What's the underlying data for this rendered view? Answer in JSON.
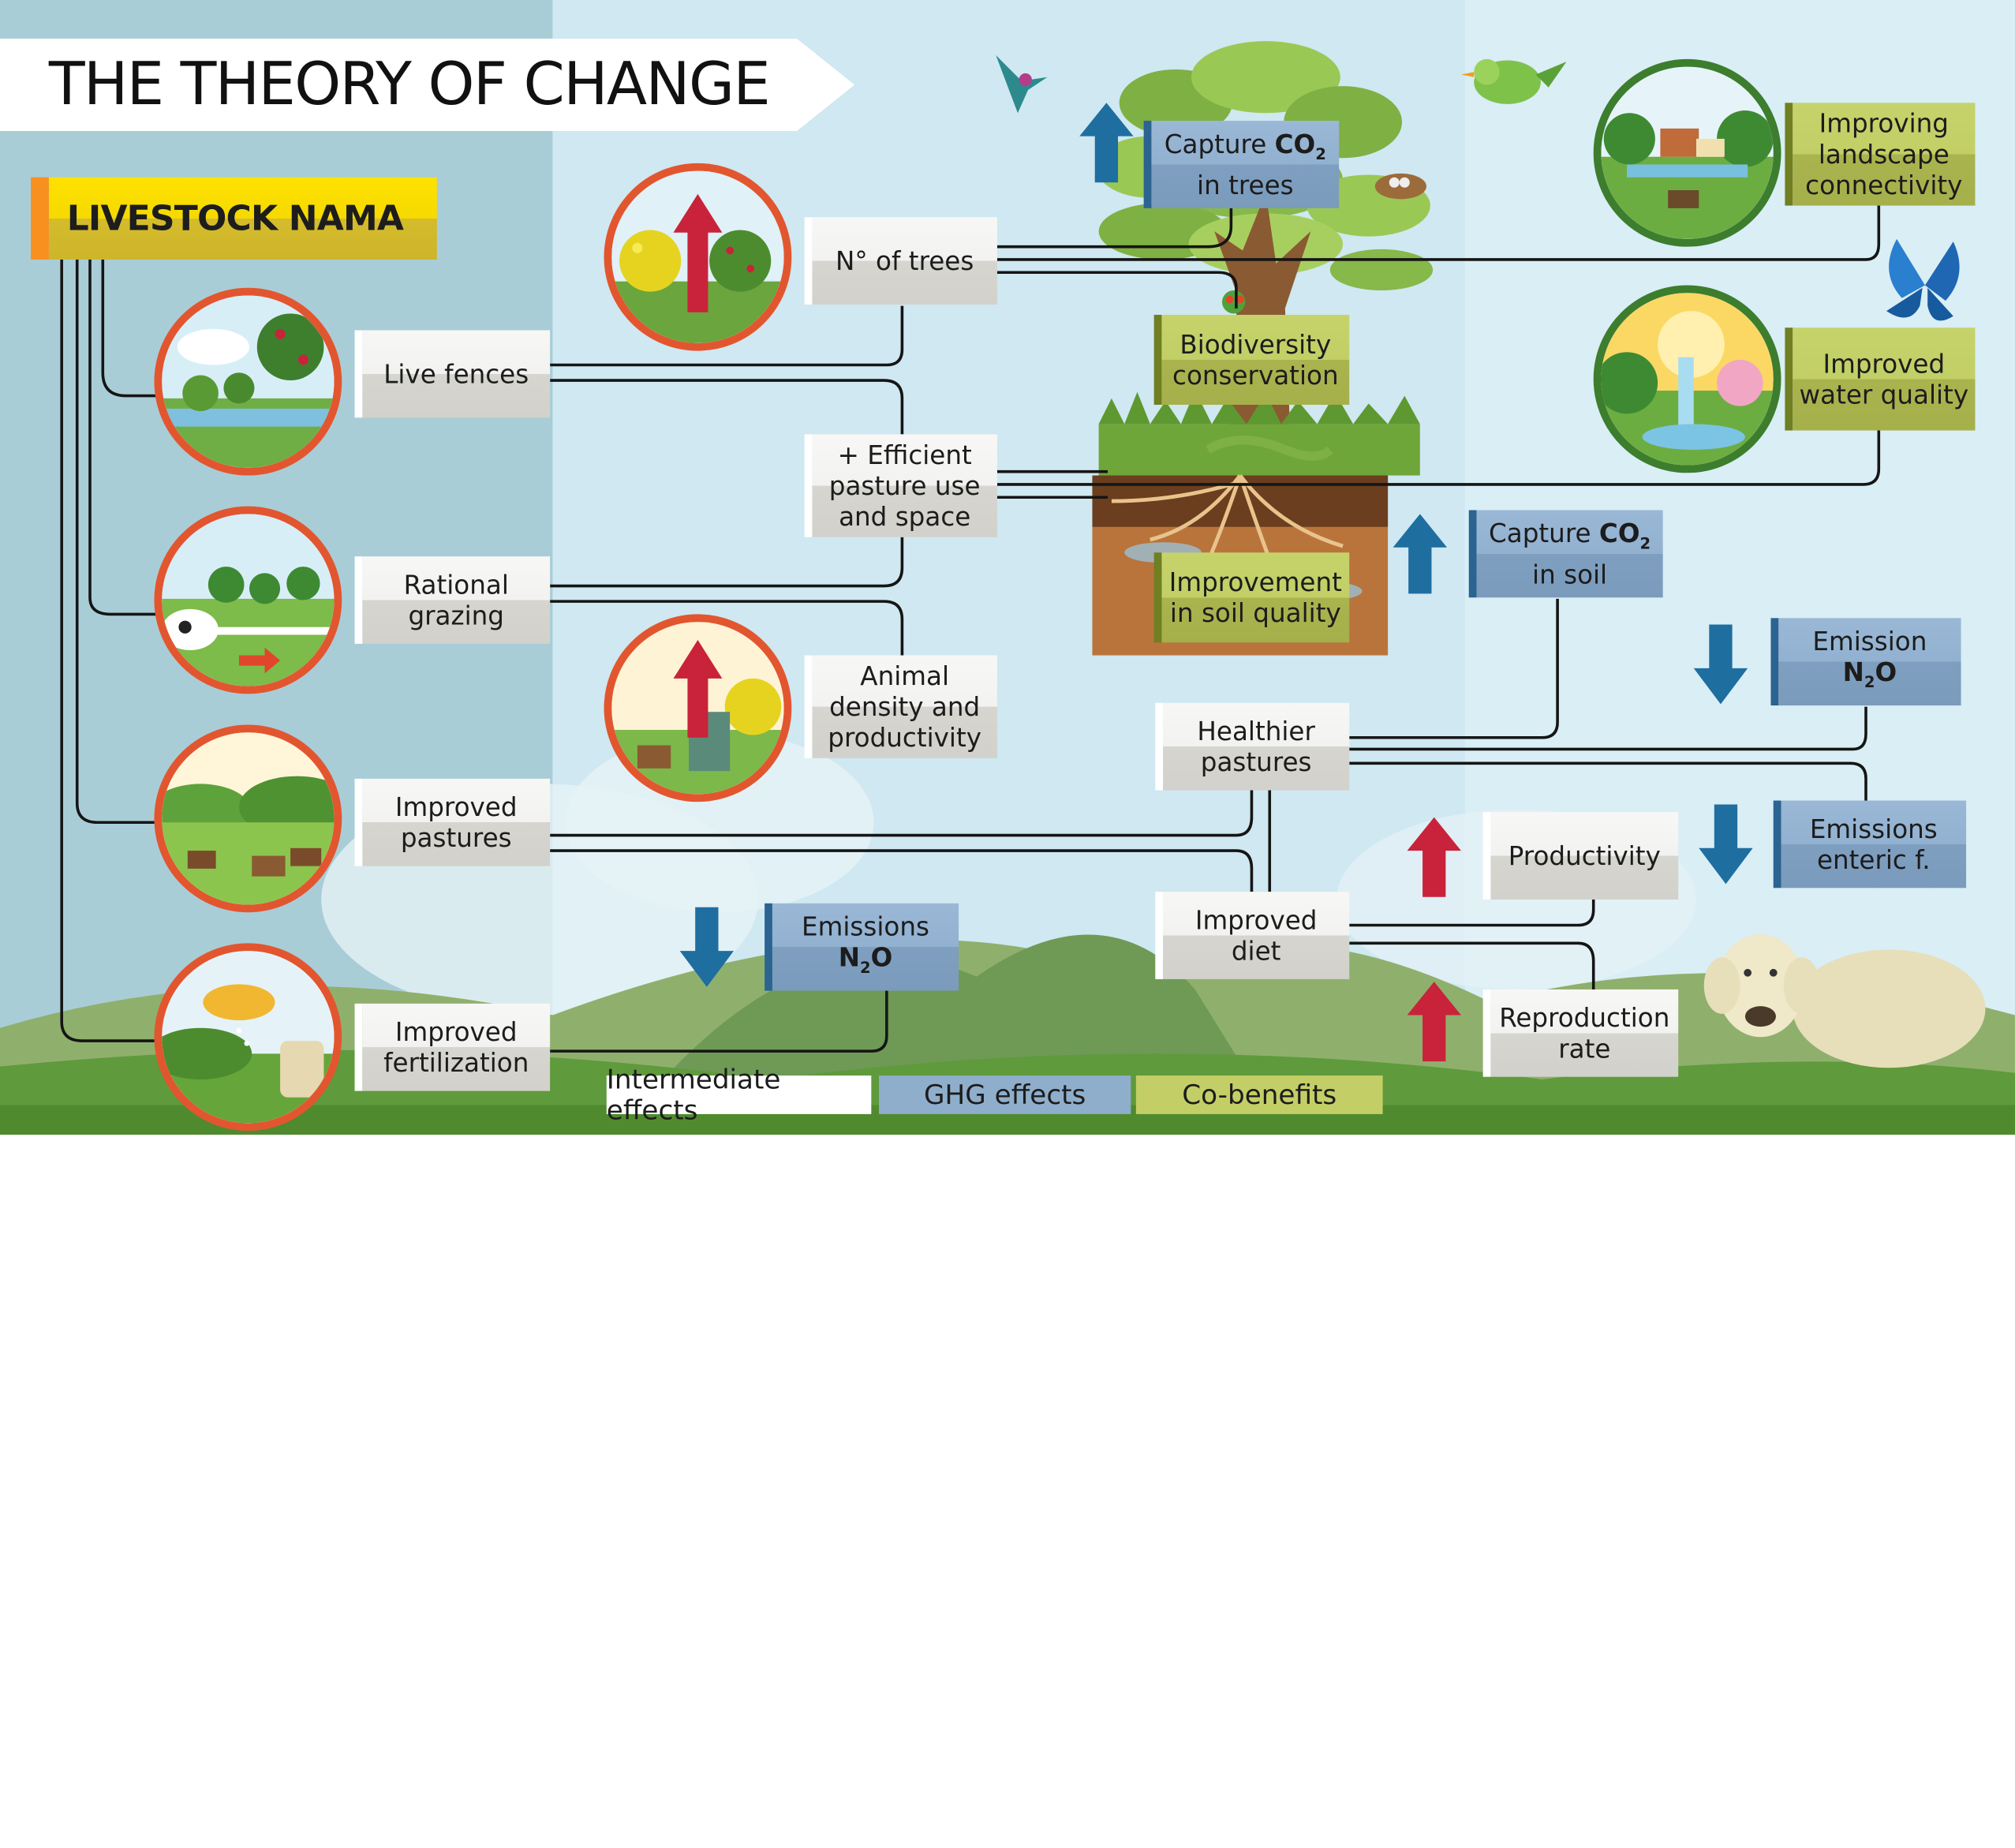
{
  "title": "THE THEORY OF CHANGE",
  "program_label": "LIVESTOCK NAMA",
  "actions": {
    "live_fences": "Live fences",
    "rational_grazing": "Rational grazing",
    "improved_pastures": "Improved pastures",
    "improved_fertilization": "Improved fertilization"
  },
  "intermediate": {
    "n_trees": "N° of trees",
    "efficient_pasture": "+ Efficient pasture use and space",
    "animal_density": "Animal density and productivity",
    "healthier_pastures": "Healthier pastures",
    "improved_diet": "Improved diet",
    "productivity": "Productivity",
    "reproduction_rate": "Reproduction rate"
  },
  "ghg": {
    "capture_trees_prefix": "Capture",
    "capture_trees_gas": "CO",
    "capture_trees_sub": "2",
    "capture_trees_suffix": "in trees",
    "capture_soil_prefix": "Capture",
    "capture_soil_gas": "CO",
    "capture_soil_sub": "2",
    "capture_soil_suffix": "in soil",
    "emission_n2o_right_label": "Emission",
    "emission_n2o_right_gas_a": "N",
    "emission_n2o_right_sub": "2",
    "emission_n2o_right_gas_b": "O",
    "emissions_enteric": "Emissions enteric f.",
    "emissions_n2o_bottom_label": "Emissions",
    "emissions_n2o_bottom_gas_a": "N",
    "emissions_n2o_bottom_sub": "2",
    "emissions_n2o_bottom_gas_b": "O"
  },
  "cobenefits": {
    "biodiversity": "Biodiversity conservation",
    "soil_quality": "Improvement in soil quality",
    "landscape": "Improving landscape connectivity",
    "water": "Improved water quality"
  },
  "legend": {
    "intermediate": "Intermediate effects",
    "ghg": "GHG effects",
    "cobenefits": "Co-benefits"
  },
  "colors": {
    "sky": "#cfe8f1",
    "left_panel": "#a9cdd7",
    "circle_border": "#e2562f",
    "up_arrow": "#c8233a",
    "down_arrow": "#1f6ea0",
    "ghg_box": "#8faecb",
    "cobenefit_box": "#b8c45c",
    "intermediate_box": "#e8e8e5",
    "nama_label": "#ffe200"
  },
  "arrows": [
    {
      "name": "trees-capture-up-arrow",
      "direction": "up",
      "color": "blue"
    },
    {
      "name": "soil-capture-up-arrow",
      "direction": "up",
      "color": "blue"
    },
    {
      "name": "n2o-right-down-arrow",
      "direction": "down",
      "color": "blue"
    },
    {
      "name": "enteric-down-arrow",
      "direction": "down",
      "color": "blue"
    },
    {
      "name": "n2o-bottom-down-arrow",
      "direction": "down",
      "color": "blue"
    },
    {
      "name": "productivity-up-arrow",
      "direction": "up",
      "color": "red"
    },
    {
      "name": "reproduction-up-arrow",
      "direction": "up",
      "color": "red"
    }
  ]
}
